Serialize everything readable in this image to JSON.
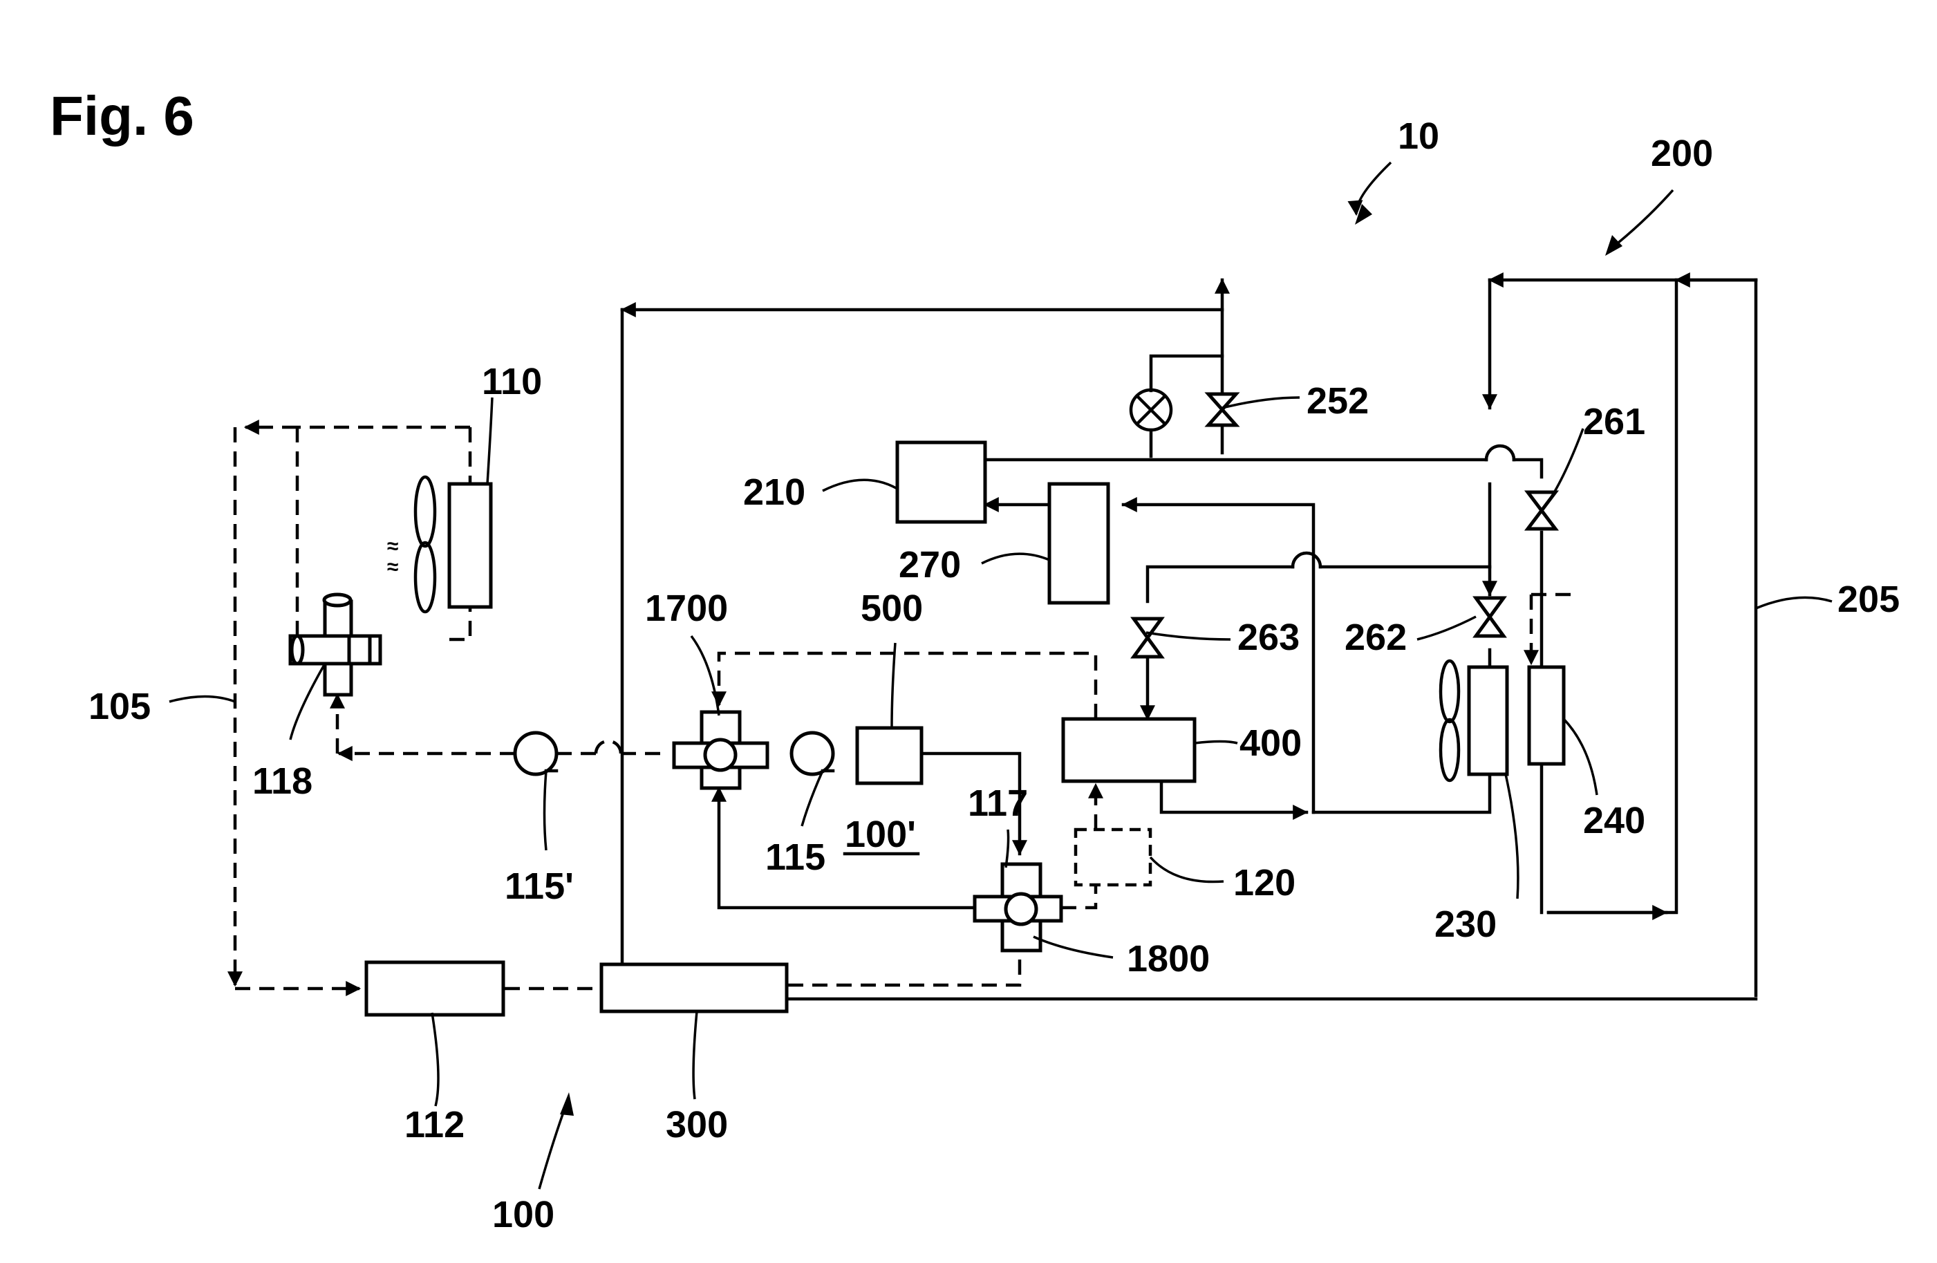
{
  "figure": {
    "title": "Fig. 6"
  },
  "labels": {
    "system": "10",
    "circuit_200": "200",
    "circuit_100": "100",
    "circuit_100p": "100'",
    "c105": "105",
    "c110": "110",
    "c112": "112",
    "c115": "115",
    "c115p": "115'",
    "c117": "117",
    "c118": "118",
    "c120": "120",
    "c205": "205",
    "c210": "210",
    "c230": "230",
    "c240": "240",
    "c252": "252",
    "c261": "261",
    "c262": "262",
    "c263": "263",
    "c270": "270",
    "c300": "300",
    "c400": "400",
    "c500": "500",
    "c1700": "1700",
    "c1800": "1800"
  }
}
